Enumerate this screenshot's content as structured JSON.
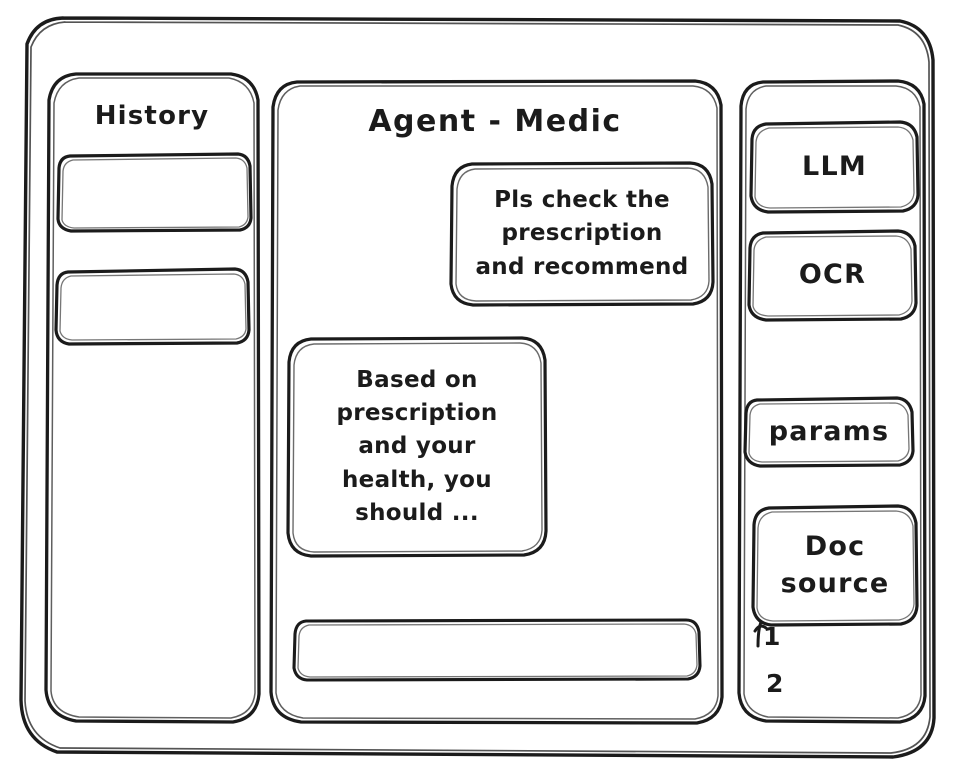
{
  "style": {
    "ink": "#1b1b1b",
    "paper": "#ffffff"
  },
  "window": {
    "name": "agent-medic-wireframe"
  },
  "sidebar_left": {
    "title": "History",
    "items": [
      {
        "label": ""
      },
      {
        "label": ""
      }
    ]
  },
  "main": {
    "title": "Agent - Medic",
    "messages": [
      {
        "role": "user",
        "text": "Pls check the\nprescription\nand recommend"
      },
      {
        "role": "agent",
        "text": "Based on\nprescription\nand your\nhealth, you\nshould ..."
      }
    ],
    "composer": {
      "value": "",
      "placeholder": ""
    }
  },
  "sidebar_right": {
    "tools": [
      {
        "label": "LLM"
      },
      {
        "label": "OCR"
      },
      {
        "label": "params"
      },
      {
        "label": "Doc\nsource"
      }
    ],
    "sources": [
      {
        "marker": "1"
      },
      {
        "marker": "2"
      }
    ]
  }
}
